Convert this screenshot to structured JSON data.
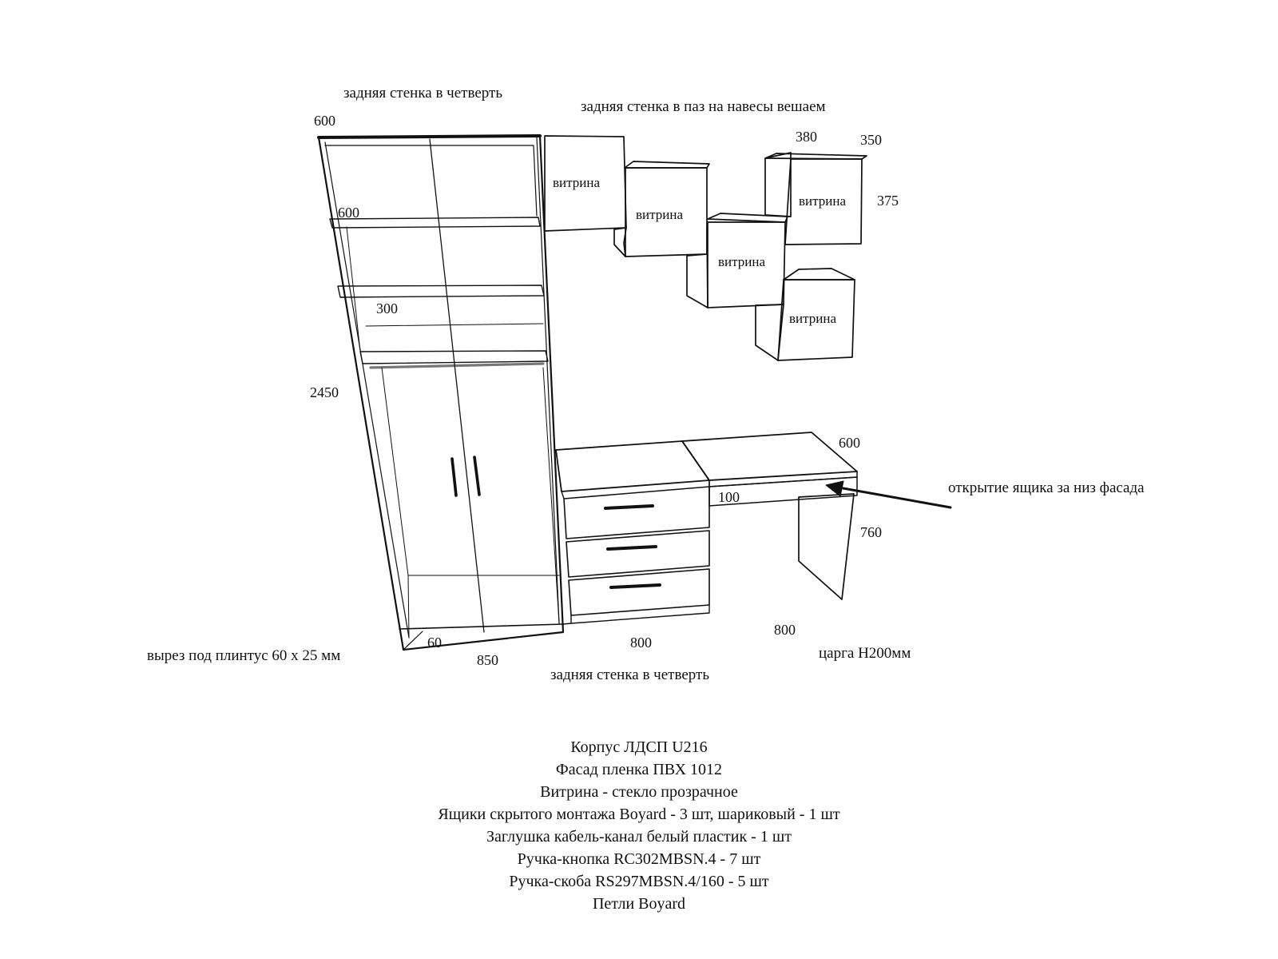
{
  "annotations": {
    "back_wall_quarter_top": "задняя стенка в четверть",
    "back_wall_groove": "задняя стенка в паз на навесы вешаем",
    "plinth_cutout": "вырез под плинтус 60 х 25 мм",
    "drawer_opening": "открытие ящика за низ фасада",
    "back_wall_quarter_bottom": "задняя стенка в четверть",
    "rail": "царга Н200мм"
  },
  "dimensions": {
    "wardrobe_depth": "600",
    "upper_shelf": "600",
    "middle_shelf": "300",
    "height": "2450",
    "plinth": "60",
    "wardrobe_width": "850",
    "drawer_unit_width": "800",
    "desk_width": "800",
    "desk_depth": "600",
    "desk_height": "760",
    "drawer_height": "100",
    "cabinet_width": "380",
    "cabinet_depth": "350",
    "cabinet_height": "375"
  },
  "cabinets": {
    "label": "витрина"
  },
  "spec": [
    "Корпус ЛДСП U216",
    "Фасад пленка ПВХ 1012",
    "Витрина - стекло прозрачное",
    "Ящики скрытого монтажа Boyard - 3 шт, шариковый - 1 шт",
    "Заглушка кабель-канал белый пластик - 1 шт",
    "Ручка-кнопка RC302MBSN.4 - 7 шт",
    "Ручка-скоба RS297MBSN.4/160 - 5 шт",
    "Петли Boyard"
  ]
}
